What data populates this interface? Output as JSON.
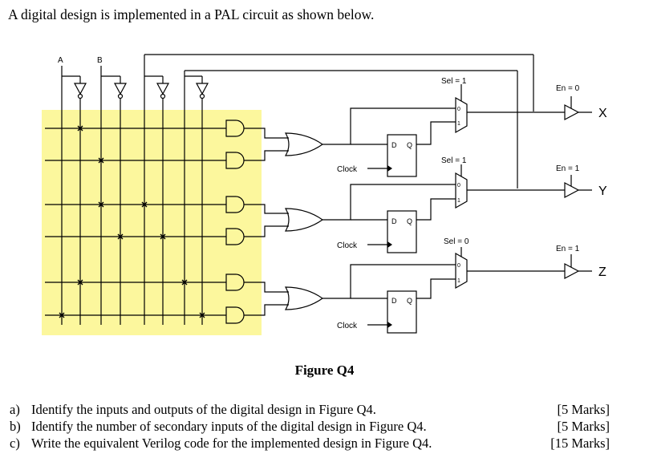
{
  "intro": "A digital design is implemented in a PAL circuit as shown below.",
  "figure": {
    "inputs": [
      "A",
      "B"
    ],
    "sel_labels": [
      "Sel = 1",
      "Sel = 1",
      "Sel = 0"
    ],
    "en_labels": [
      "En = 0",
      "En = 1",
      "En = 1"
    ],
    "outputs": [
      "X",
      "Y",
      "Z"
    ],
    "clock_label": "Clock",
    "dff_d": "D",
    "dff_q": "Q",
    "mux_in0": "0",
    "mux_in1": "1",
    "caption": "Figure Q4"
  },
  "questions": [
    {
      "label": "a)",
      "text": "Identify the inputs and outputs of the digital design in Figure Q4.",
      "marks": "[5 Marks]"
    },
    {
      "label": "b)",
      "text": "Identify the number of secondary inputs of the digital design in Figure Q4.",
      "marks": "[5 Marks]"
    },
    {
      "label": "c)",
      "text": "Write the equivalent Verilog code for the implemented design in Figure Q4.",
      "marks": "[15 Marks]"
    }
  ],
  "colors": {
    "array_fill": "#fcf79d",
    "line": "#000000"
  }
}
